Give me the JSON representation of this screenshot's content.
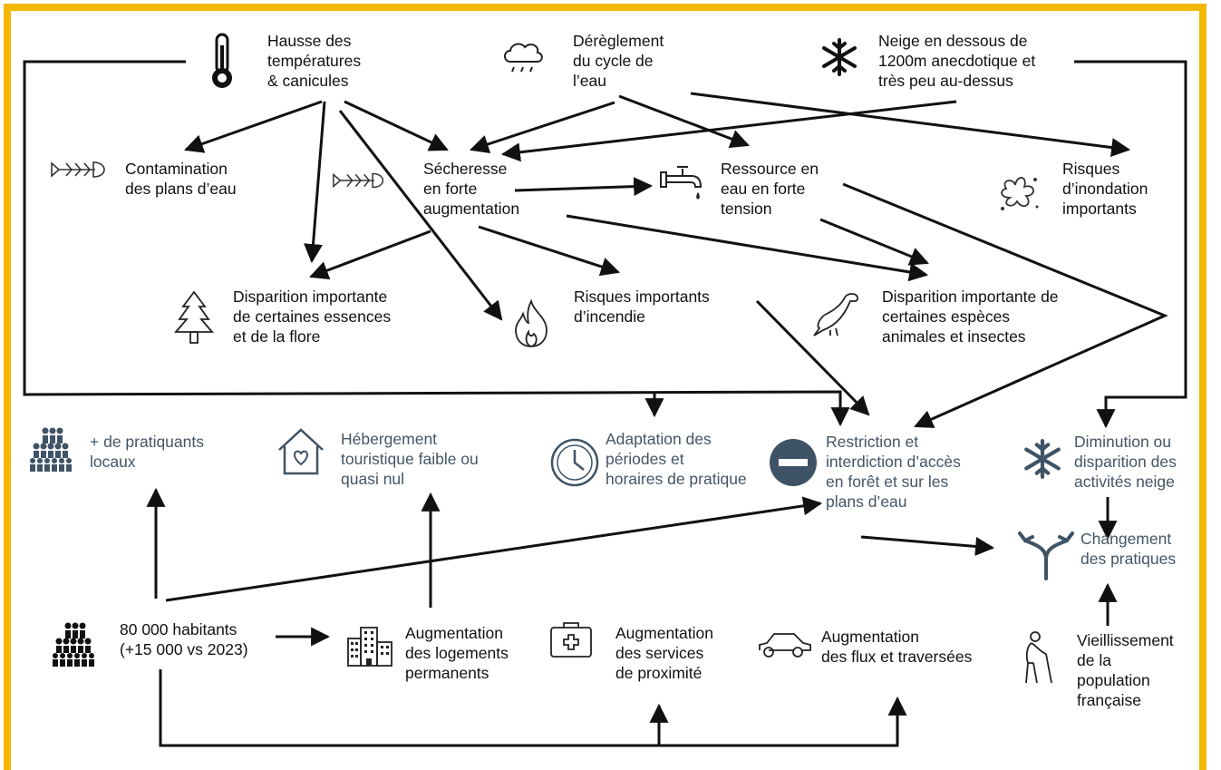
{
  "colors": {
    "frame": "#f5b800",
    "arrows": "#111111",
    "slate_text": "#445566",
    "slate_icon": "#3f5366"
  },
  "nodes": {
    "temperatures": "Hausse des\ntempératures\n& canicules",
    "water_cycle": "Dérèglement\ndu cycle de\nl’eau",
    "snow": "Neige en dessous de\n1200m anecdotique et\ntrès peu au-dessus",
    "contamination": "Contamination\ndes plans d’eau",
    "drought": "Sécheresse\nen forte\naugmentation",
    "water_resource": "Ressource en\neau en forte\ntension",
    "flood": "Risques\nd’inondation\nimportants",
    "flora": "Disparition importante\nde certaines essences\net de la flore",
    "fire": "Risques importants\nd’incendie",
    "fauna": "Disparition importante de\ncertaines espèces\nanimales et insectes",
    "local_practitioners": "+ de pratiquants\nlocaux",
    "tourist_housing": "Hébergement\ntouristique faible ou\nquasi nul",
    "time_adaptation": "Adaptation des\npériodes et\nhoraires de pratique",
    "access_restriction": "Restriction et\ninterdiction d’accès\nen forêt et sur les\nplans d’eau",
    "snow_activities": "Diminution ou\ndisparition des\nactivités neige",
    "practice_change": "Changement\ndes pratiques",
    "inhabitants": "80 000 habitants\n(+15 000 vs 2023)",
    "housing": "Augmentation\ndes logements\npermanents",
    "services": "Augmentation\ndes services\nde proximité",
    "traffic": "Augmentation\ndes flux et traversées",
    "aging": "Vieillissement\nde la\npopulation\nfrançaise"
  },
  "icons": [
    "thermometer-icon",
    "rain-cloud-icon",
    "snowflake-icon",
    "fish-skeleton-icon",
    "faucet-icon",
    "splash-icon",
    "tree-icon",
    "flame-icon",
    "bird-icon",
    "group-icon",
    "house-heart-icon",
    "clock-icon",
    "no-entry-icon",
    "fork-arrow-icon",
    "buildings-icon",
    "medical-kit-icon",
    "car-icon",
    "elderly-person-icon"
  ]
}
